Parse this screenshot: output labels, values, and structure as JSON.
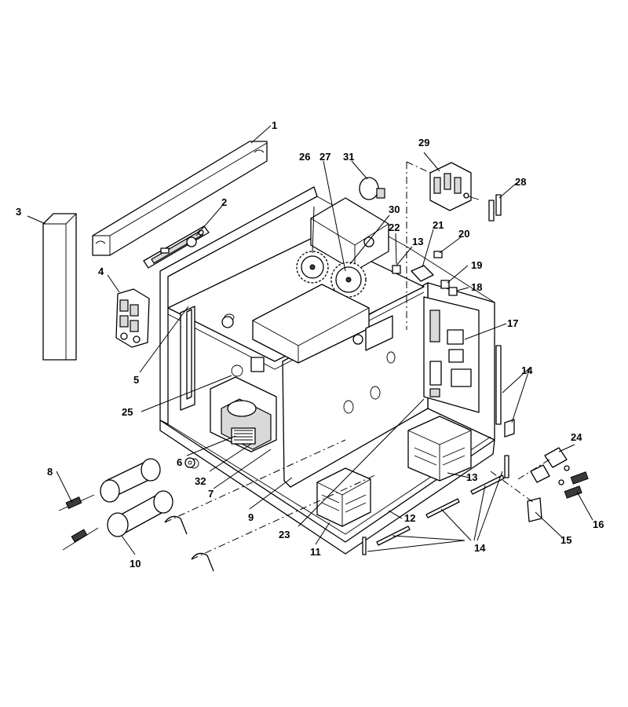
{
  "callouts": [
    {
      "id": "c1",
      "label": "1"
    },
    {
      "id": "c2",
      "label": "2"
    },
    {
      "id": "c3",
      "label": "3"
    },
    {
      "id": "c4",
      "label": "4"
    },
    {
      "id": "c5",
      "label": "5"
    },
    {
      "id": "c6",
      "label": "6"
    },
    {
      "id": "c7",
      "label": "7"
    },
    {
      "id": "c8",
      "label": "8"
    },
    {
      "id": "c9",
      "label": "9"
    },
    {
      "id": "c10",
      "label": "10"
    },
    {
      "id": "c11",
      "label": "11"
    },
    {
      "id": "c12",
      "label": "12"
    },
    {
      "id": "c13a",
      "label": "13"
    },
    {
      "id": "c13b",
      "label": "13"
    },
    {
      "id": "c14a",
      "label": "14"
    },
    {
      "id": "c14b",
      "label": "14"
    },
    {
      "id": "c15",
      "label": "15"
    },
    {
      "id": "c16",
      "label": "16"
    },
    {
      "id": "c17",
      "label": "17"
    },
    {
      "id": "c18",
      "label": "18"
    },
    {
      "id": "c19",
      "label": "19"
    },
    {
      "id": "c20",
      "label": "20"
    },
    {
      "id": "c21",
      "label": "21"
    },
    {
      "id": "c22",
      "label": "22"
    },
    {
      "id": "c23",
      "label": "23"
    },
    {
      "id": "c24",
      "label": "24"
    },
    {
      "id": "c25",
      "label": "25"
    },
    {
      "id": "c26",
      "label": "26"
    },
    {
      "id": "c27",
      "label": "27"
    },
    {
      "id": "c28",
      "label": "28"
    },
    {
      "id": "c29",
      "label": "29"
    },
    {
      "id": "c30",
      "label": "30"
    },
    {
      "id": "c31",
      "label": "31"
    },
    {
      "id": "c32",
      "label": "32"
    }
  ]
}
